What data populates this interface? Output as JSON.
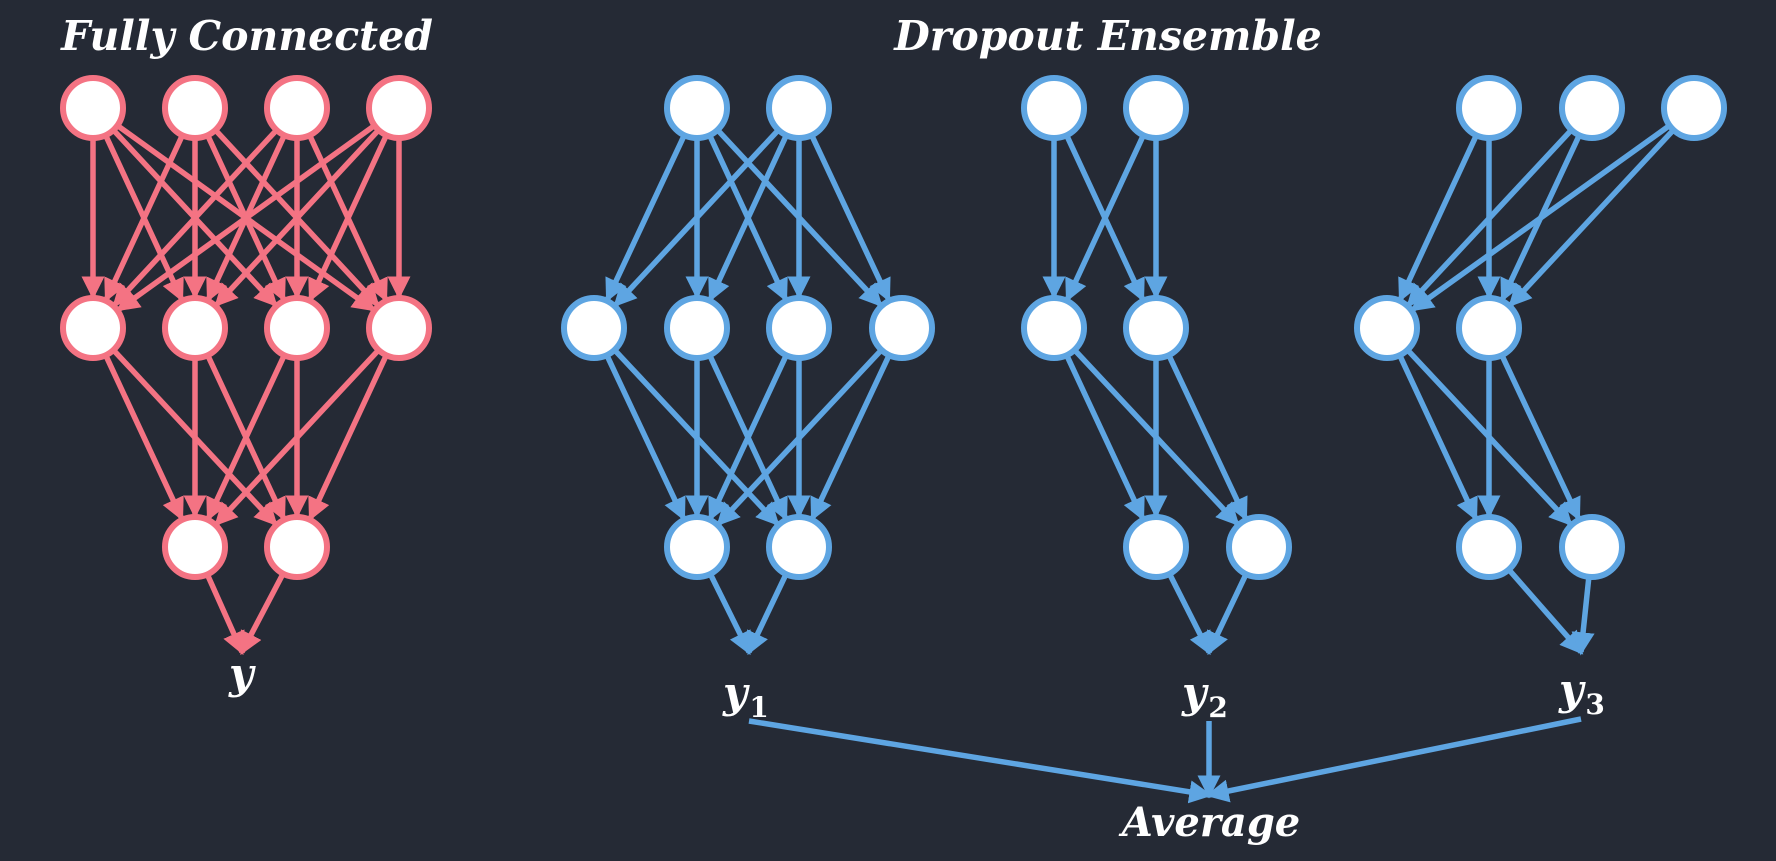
{
  "titles": {
    "fully_connected": "Fully Connected",
    "dropout_ensemble": "Dropout Ensemble"
  },
  "outputs": {
    "fc": "y",
    "net1_base": "y",
    "net1_sub": "1",
    "net2_base": "y",
    "net2_sub": "2",
    "net3_base": "y",
    "net3_sub": "3"
  },
  "average_label": "Average",
  "colors": {
    "background": "#252a35",
    "fully_connected": "#f47383",
    "dropout": "#5ea5e2",
    "node_fill": "#ffffff"
  }
}
